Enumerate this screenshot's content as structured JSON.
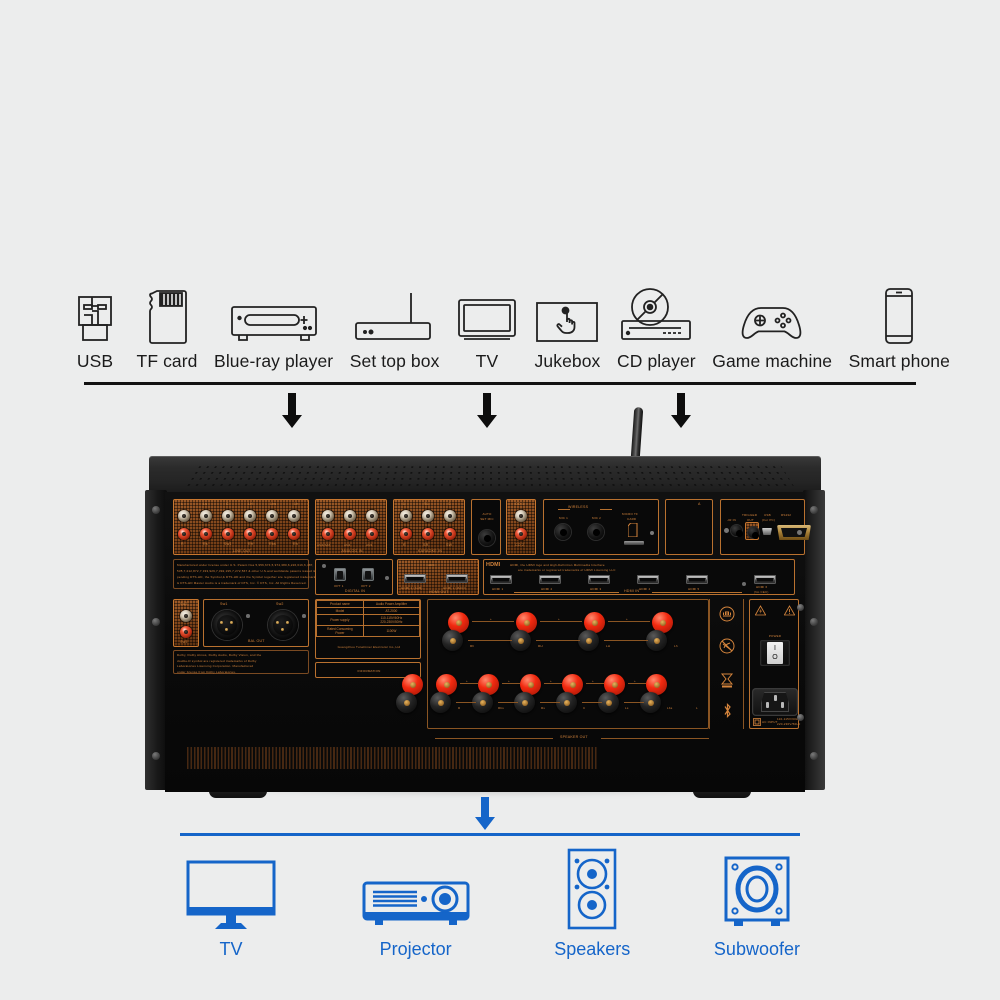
{
  "page": {
    "background_color": "#eceded",
    "accent_blue": "#1565c9",
    "copper": "#d4843c"
  },
  "sources": {
    "divider_present": true,
    "items": [
      {
        "label": "USB",
        "icon": "usb-flash-drive-icon"
      },
      {
        "label": "TF card",
        "icon": "microsd-card-icon"
      },
      {
        "label": "Blue-ray player",
        "icon": "bluray-player-icon"
      },
      {
        "label": "Set top box",
        "icon": "set-top-box-icon"
      },
      {
        "label": "TV",
        "icon": "tv-icon"
      },
      {
        "label": "Jukebox",
        "icon": "jukebox-touchscreen-icon"
      },
      {
        "label": "CD player",
        "icon": "cd-player-icon"
      },
      {
        "label": "Game machine",
        "icon": "game-controller-icon"
      },
      {
        "label": "Smart phone",
        "icon": "smartphone-icon"
      }
    ]
  },
  "flow_arrows": {
    "input_arrows": 3,
    "output_arrows": 1,
    "input_arrow_color": "#0d0d0d",
    "output_arrow_color": "#1565c9"
  },
  "amplifier": {
    "device_type": "AV receiver rear panel",
    "antenna_label": "wireless-antenna",
    "line_out": {
      "group_label": "LINE OUT",
      "top_labels": [
        "L",
        "Ls",
        "C",
        "LH",
        "Lbs",
        "Lh"
      ],
      "bottom_labels": [
        "R",
        "Rs",
        "Sw1",
        "RH",
        "Rbs",
        "Rh"
      ]
    },
    "analog_in": {
      "group_label": "ANALOG IN",
      "labels": [
        "AN1/SAT",
        "AN2",
        "AN3"
      ]
    },
    "karaoke_in": {
      "group_label": "KARAOKE IN",
      "top_labels": [
        "L",
        "SL",
        "C"
      ],
      "bottom_labels": [
        "R",
        "SR",
        "SW"
      ]
    },
    "auto_set_mic": {
      "label": "AUTO\nSET MIC",
      "line1": "AUTO",
      "line2": "SET MIC"
    },
    "coaxial": {
      "top": "CO 1",
      "bottom": "CO 2"
    },
    "wireless_mic": {
      "group_label": "WIRELESS",
      "mic1": "MIC 1",
      "mic2": "MIC 2",
      "tf_card_line1": "MICRO TF",
      "tf_card_line2": "CARD"
    },
    "control_panel": {
      "ir_in": "-IR IN",
      "trigger_line1": "TRIGGER",
      "trigger_line2": "OUT",
      "usb_line1": "USB",
      "usb_line2": "(For PC)",
      "rs232": "RS232"
    },
    "digital_in": {
      "group_label": "DIGITAL IN",
      "labels": [
        "OPT 1",
        "OPT 2"
      ]
    },
    "hdmi_out": {
      "group_label": "HDMI OUT",
      "ports": [
        "HDMI 2 (SUB)",
        "HDMI 1 (MAIN)"
      ],
      "arc_tag": "ARC"
    },
    "hdmi_in": {
      "group_label": "HDMI IN",
      "ports": [
        "HDMI 1",
        "HDMI 2",
        "HDMI 3",
        "HDMI 4",
        "HDMI 5"
      ],
      "last_port_line1": "HDMI 6",
      "last_port_line2": "(No CEC)"
    },
    "hdmi_notice": {
      "brand": "HDMI",
      "line1": "HDMI, the HDMI logo and High-Definition Multimedia Interface",
      "line2": "are trademarks or registered trademarks of HDMI Licensing LLC"
    },
    "dts_notice": {
      "line1": "Manufactured under license under U.S. Patent Nos 5,956,674,5,974,380,6,226,616,6,487,",
      "line2": "535,7,212,872,7,333,929,7,392,195,7,272,567 & other U.S.and worldwide patents issued &",
      "line3": "pending DTS-HD, the Symbol,& DTS-HD and the Symbol together are registered trademarks",
      "line4": "& DTS-HD Master Audio is a trademark of DTS, Inc. © DTS, Inc. All Rights Reserved."
    },
    "dolby_notice": {
      "line1": "Dolby, Dolby Atmos, Dolby Audio, Dolby Vision, and the",
      "line2": "double-D symbol are registered trademarks of Dolby",
      "line3": "Laboratories Licensing Corporation. Manufactured",
      "line4": "under license from Dolby Laboratories."
    },
    "spec_table": {
      "rows": [
        {
          "key": "Product name",
          "value": "Audio Power Amplifier"
        },
        {
          "key": "Model",
          "value": "AT-2000"
        },
        {
          "key": "Power supply",
          "value": "110-115V/60Hz\n220-230V/50Hz"
        },
        {
          "key": "Rated Consuming\nPower",
          "value": "1100W"
        }
      ],
      "company": "Guangzhou Tuneltimer Electronic Co.,Ltd",
      "info_label": "INFORMATION"
    },
    "sub_out": {
      "rca_top": "Sw2",
      "rca_bottom": "Sw3",
      "xlr_left": "Sw1",
      "xlr_right": "Sw2",
      "group_label": "BAL OUT"
    },
    "speaker_out": {
      "group_label": "SPEAKER OUT",
      "top_row_labels": [
        "Rh",
        "RH",
        "LH",
        "Lh"
      ],
      "bottom_row_labels": [
        "R",
        "Rbs",
        "Rs",
        "C",
        "Ls",
        "Lbs",
        "L"
      ],
      "polarity_plus": "+",
      "polarity_minus": "-"
    },
    "compliance_icons": [
      "ce-mark-icon",
      "no-liquid-icon",
      "weee-bin-icon",
      "bluetooth-icon"
    ],
    "power_section": {
      "power_label": "POWER",
      "switch_on": "I",
      "switch_off": "O",
      "ac_input_label": "AC INPUT",
      "ac_voltage_line1": "110-115V/60Hz",
      "ac_voltage_line2": "220-230V/50Hz",
      "warning_left": "high-voltage-warning-icon",
      "warning_right": "caution-warning-icon",
      "class_ii_symbol": "class-2-double-insulation-icon"
    }
  },
  "outputs": {
    "items": [
      {
        "label": "TV",
        "icon": "tv-monitor-icon"
      },
      {
        "label": "Projector",
        "icon": "projector-icon"
      },
      {
        "label": "Speakers",
        "icon": "tower-speaker-icon"
      },
      {
        "label": "Subwoofer",
        "icon": "subwoofer-icon"
      }
    ]
  }
}
